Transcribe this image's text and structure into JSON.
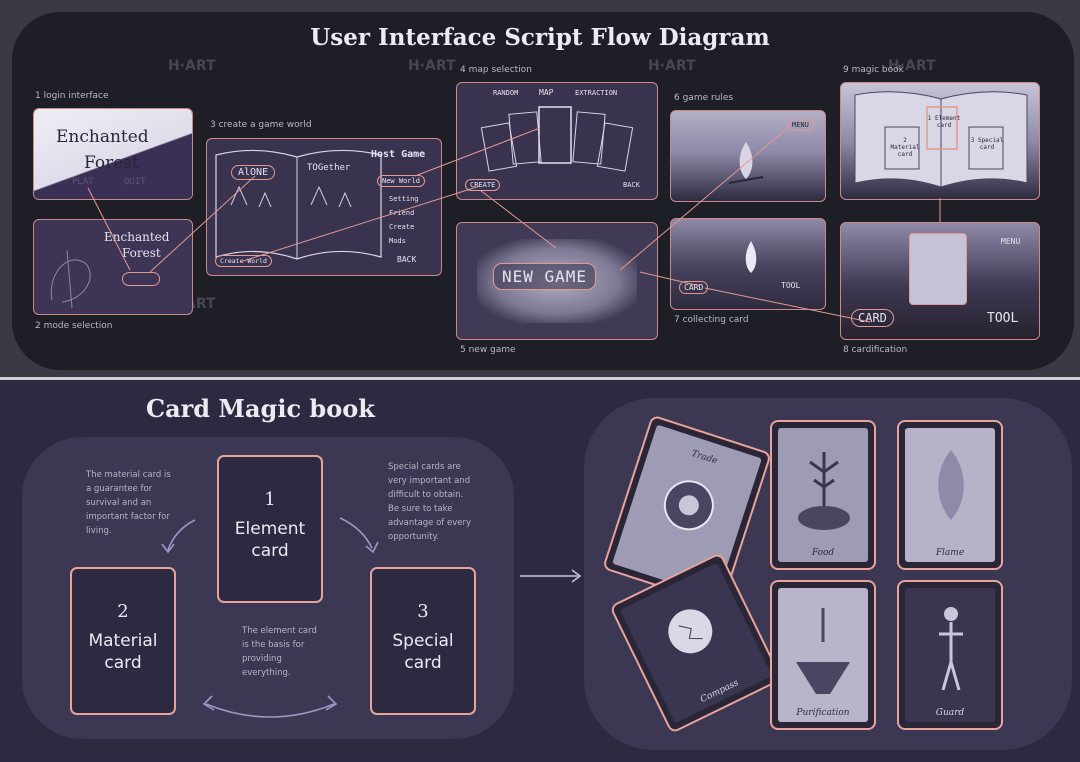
{
  "flow": {
    "title": "User Interface Script Flow Diagram",
    "steps": [
      {
        "caption": "1  login interface",
        "sketch": {
          "title_line1": "Enchanted",
          "title_line2": "Forest",
          "btn1": "PLAT",
          "btn2": "QUIT"
        }
      },
      {
        "caption": "2  mode selection",
        "sketch": {
          "line1": "Enchanted",
          "line2": "Forest"
        }
      },
      {
        "caption": "3  create a game world",
        "sketch": {
          "host": "Host Game",
          "alone": "AlONE",
          "together": "TOGether",
          "new_world": "New World",
          "create_world": "Create World",
          "back": "BACK",
          "menu1": "Setting",
          "menu2": "Friend",
          "menu3": "Create",
          "menu4": "Mods"
        }
      },
      {
        "caption": "4  map selection",
        "sketch": {
          "top1": "RANDOM",
          "top2": "MAP",
          "top3": "EXTRACTION",
          "create": "CREATE",
          "back": "BACK"
        }
      },
      {
        "caption": "5  new game",
        "sketch": {
          "button": "NEW GAME"
        }
      },
      {
        "caption": "6  game rules",
        "sketch": {
          "menu": "MENU"
        }
      },
      {
        "caption": "7  collecting card",
        "sketch": {
          "card": "CARD",
          "tool": "TOOL"
        }
      },
      {
        "caption": "8  cardification",
        "sketch": {
          "card": "CARD",
          "tool": "TOOL",
          "menu": "MENU"
        }
      },
      {
        "caption": "9  magic book",
        "sketch": {
          "left": "2 Material card",
          "center": "1 Element card",
          "right": "3 Special card"
        }
      }
    ]
  },
  "book": {
    "title": "Card Magic book",
    "cards": [
      {
        "num": "1",
        "label_line1": "Element",
        "label_line2": "card"
      },
      {
        "num": "2",
        "label_line1": "Material",
        "label_line2": "card"
      },
      {
        "num": "3",
        "label_line1": "Special",
        "label_line2": "card"
      }
    ],
    "notes": {
      "material": "The material card is a guarantee for survival and  an important factor for living.",
      "special": "Special cards are very important and difficult to obtain. Be sure to take advantage of every opportunity.",
      "element": "The element card is the basis for providing everything."
    },
    "tarot": [
      "Trade",
      "Food",
      "Flame",
      "Compass",
      "Purification",
      "Guard"
    ]
  },
  "watermark": "H·ART",
  "colors": {
    "accent": "#e8a39a",
    "panel": "#1e1e27",
    "purple": "#3c3752"
  }
}
